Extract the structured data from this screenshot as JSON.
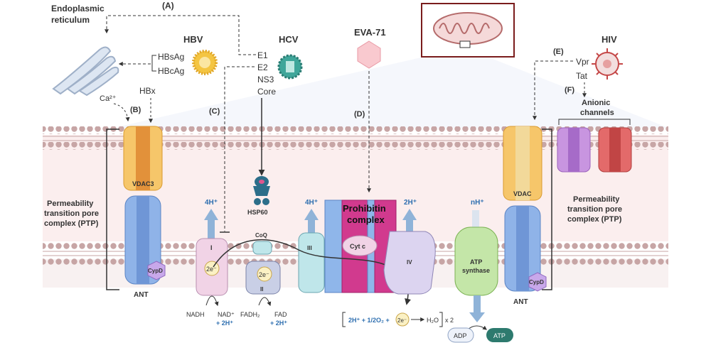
{
  "labels": {
    "a": "(A)",
    "b": "(B)",
    "c": "(C)",
    "d": "(D)",
    "e": "(E)",
    "f": "(F)",
    "er_line1": "Endoplasmic",
    "er_line2": "reticulum",
    "hbv": "HBV",
    "hcv": "HCV",
    "eva": "EVA-71",
    "hiv": "HIV",
    "hbsag": "HBsAg",
    "hbcag": "HBcAg",
    "e1": "E1",
    "e2": "E2",
    "ns3": "NS3",
    "core": "Core",
    "vpr": "Vpr",
    "tat": "Tat",
    "ca": "Ca²⁺",
    "hbx": "HBx",
    "anionic1": "Anionic",
    "anionic2": "channels",
    "vdac3": "VDAC3",
    "vdac": "VDAC",
    "ant_left": "ANT",
    "ant_right": "ANT",
    "cypd": "CypD",
    "ptp_left": [
      "Permeability",
      "transition pore",
      "complex (PTP)"
    ],
    "ptp_right": [
      "Permeability",
      "transition pore",
      "complex (PTP)"
    ],
    "hsp60": "HSP60",
    "h_4a": "4H⁺",
    "h_4b": "4H⁺",
    "h_2": "2H⁺",
    "h_n": "nH⁺",
    "complex_i": "I",
    "complex_ii": "II",
    "complex_iii": "III",
    "complex_iv": "IV",
    "coq": "CoQ",
    "cytc": "Cyt c",
    "prohibitin1": "Prohibitin",
    "prohibitin2": "complex",
    "e2minus": "2e⁻",
    "nadh": "NADH",
    "nad": "NAD⁺",
    "plus2h": "+ 2H⁺",
    "fadh2": "FADH₂",
    "fad": "FAD",
    "atp_synthase1": "ATP",
    "atp_synthase2": "synthase",
    "adp": "ADP",
    "atp": "ATP",
    "eq_left": "2H⁺ + 1/2O₂ +",
    "eq_h2o": "H₂O",
    "eq_x2": "x 2"
  },
  "colors": {
    "membrane_head": "#c7a5a5",
    "membrane_band": "#fbeeee",
    "vdac": "#f6c66a",
    "ant": "#8fb3e8",
    "cypd": "#c8a8ea",
    "complex_i": "#f1d3e6",
    "complex_ii": "#c9cfe6",
    "complex_iii": "#bfe6ea",
    "complex_iv": "#dcd4f0",
    "prohibitin_blue": "#8fb6ea",
    "prohibitin_magenta": "#d13a8e",
    "atp_synthase": "#c4e6a8",
    "atp_badge": "#2d7a6e",
    "proton_arrow": "#8fb3d8"
  }
}
